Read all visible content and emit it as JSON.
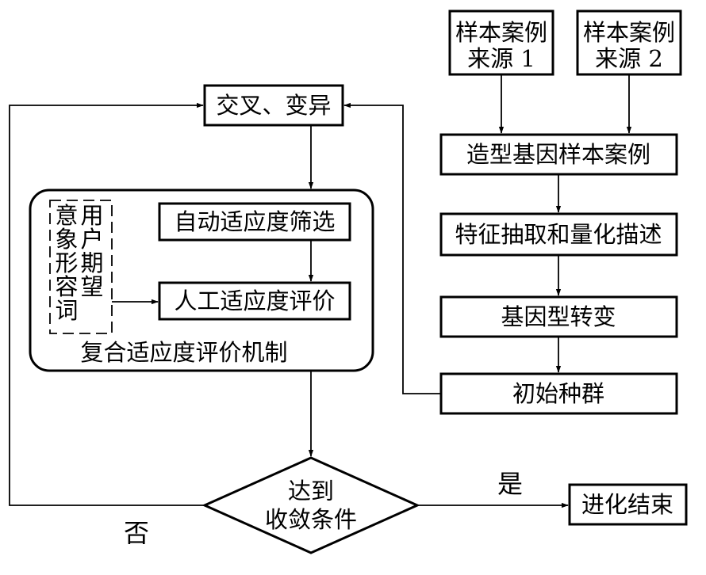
{
  "nodes": {
    "source1_line1": "样本案例",
    "source1_line2": "来源 1",
    "source2_line1": "样本案例",
    "source2_line2": "来源 2",
    "gene_samples": "造型基因样本案例",
    "feature_extraction": "特征抽取和量化描述",
    "genotype_conversion": "基因型转变",
    "initial_population": "初始种群",
    "crossover_mutation": "交叉、变异",
    "auto_screening": "自动适应度筛选",
    "manual_evaluation": "人工适应度评价",
    "composite_mechanism": "复合适应度评价机制",
    "user_expectation_col1": [
      "用",
      "户",
      "期",
      "望"
    ],
    "user_expectation_col2": [
      "意",
      "象",
      "形",
      "容",
      "词"
    ],
    "decision_line1": "达到",
    "decision_line2": "收敛条件",
    "evolution_end": "进化结束"
  },
  "edges": {
    "yes_label": "是",
    "no_label": "否"
  }
}
